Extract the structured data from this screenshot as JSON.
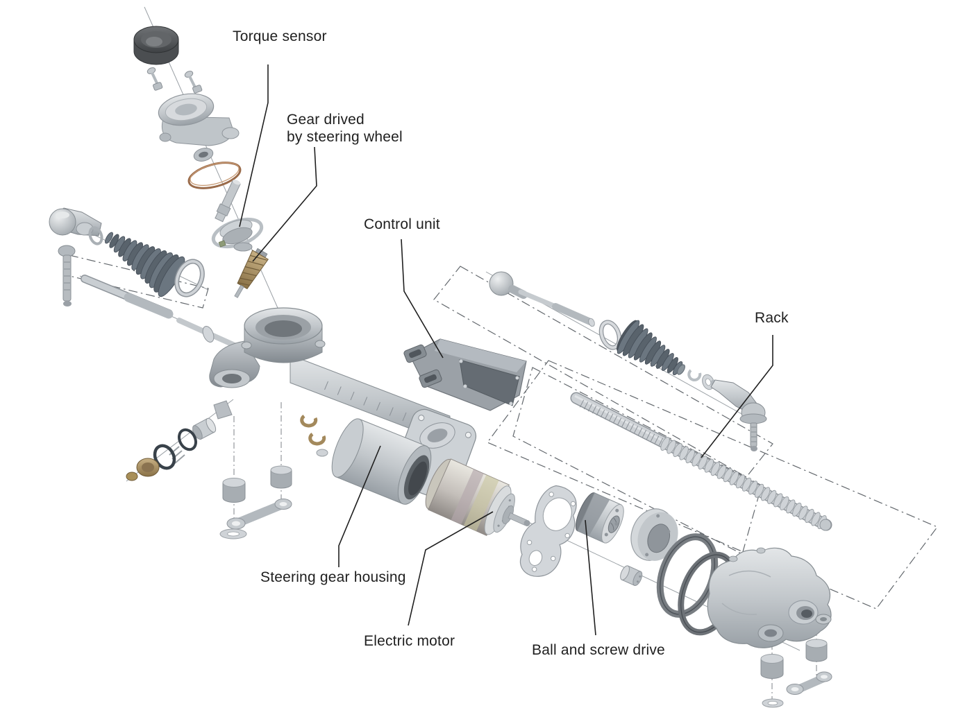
{
  "diagram": {
    "labels": {
      "torque_sensor": "Torque sensor",
      "gear_driven_line1": "Gear drived",
      "gear_driven_line2": "by steering wheel",
      "control_unit": "Control unit",
      "rack": "Rack",
      "steering_gear_housing": "Steering gear housing",
      "electric_motor": "Electric motor",
      "ball_screw_drive": "Ball and screw drive"
    },
    "colors": {
      "background": "#ffffff",
      "label_text": "#1f1f1f",
      "leader_line": "#1f1f1f",
      "construction_line": "#606568",
      "steel_light": "#d7dadd",
      "steel_mid": "#b3b9be",
      "steel_dark": "#8a9197",
      "rubber_boot": "#64707a",
      "brass": "#a98e5f",
      "copper_seal": "#9a6b4a",
      "belt": "#74797e"
    }
  }
}
